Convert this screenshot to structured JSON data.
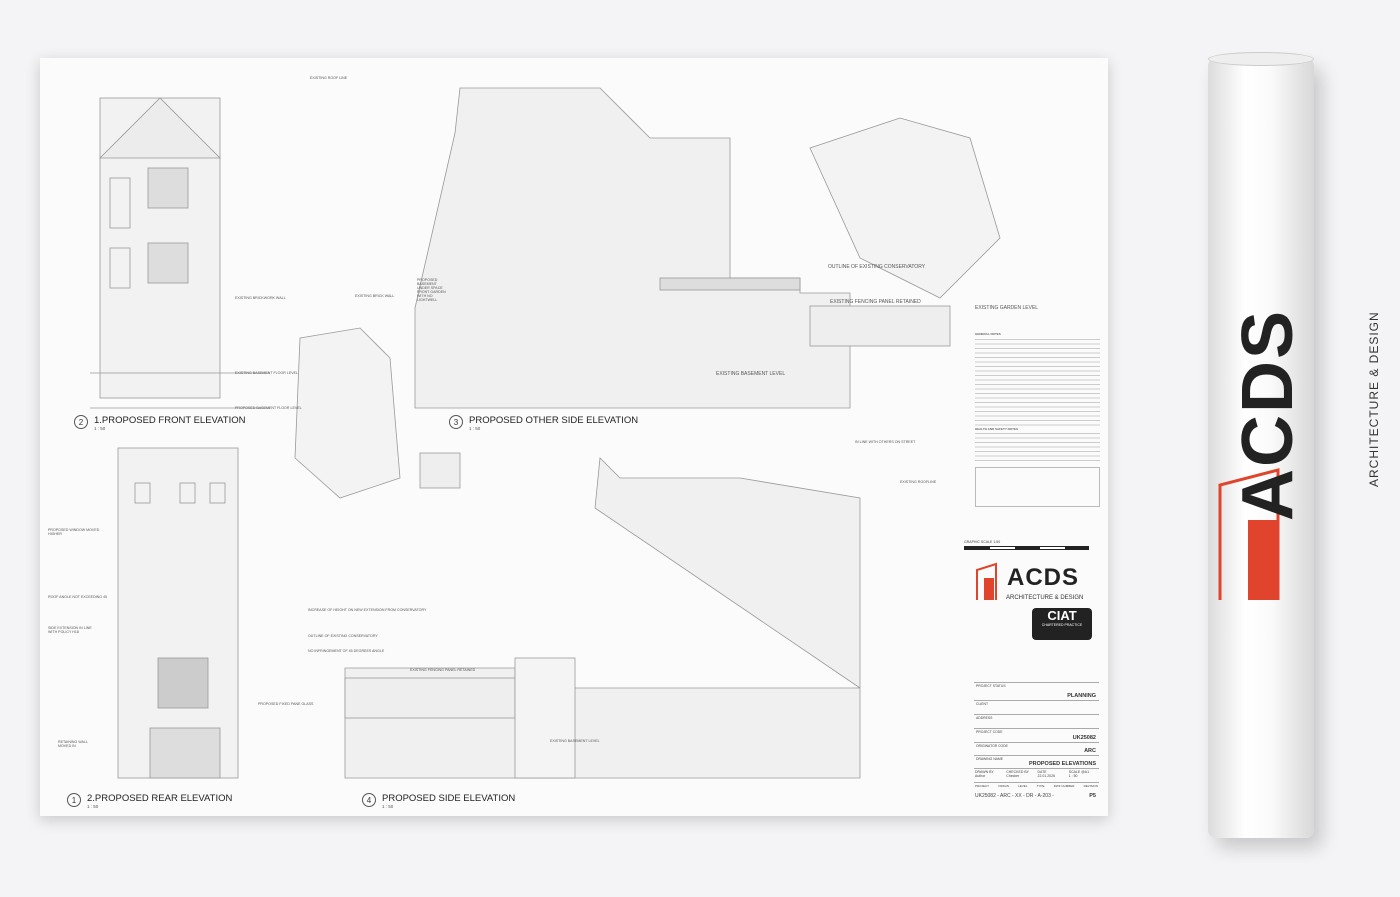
{
  "sheet": {
    "views": [
      {
        "number": "2",
        "title": "1.PROPOSED FRONT ELEVATION",
        "scale": "1 : 50"
      },
      {
        "number": "3",
        "title": "PROPOSED OTHER SIDE ELEVATION",
        "scale": "1 : 50"
      },
      {
        "number": "1",
        "title": "2.PROPOSED REAR ELEVATION",
        "scale": "1 : 50"
      },
      {
        "number": "4",
        "title": "PROPOSED SIDE ELEVATION",
        "scale": "1 : 50"
      }
    ],
    "annotations": {
      "existing_roof_line": "EXISTING ROOF LINE",
      "existing_brickwork_wall": "EXISTING BRICKWORK WALL",
      "existing_brick_wall": "EXISTING BRICK WALL",
      "existing_basement_floor": "EXISTING BASEMENT FLOOR LEVEL",
      "proposed_basement_floor": "PROPOSED BASEMENT FLOOR LEVEL",
      "proposed_basement": "PROPOSED BASEMENT UNDER SPACE FRONT GARDEN WITH NO LIGHTWELL",
      "outline_conservatory": "OUTLINE OF EXISTING CONSERVATORY",
      "fencing_retained": "EXISTING FENCING PANEL RETAINED",
      "garden_level": "EXISTING GARDEN LEVEL",
      "basement_level": "EXISTING BASEMENT LEVEL",
      "existing_roofline": "EXISTING ROOFLINE",
      "inline_others": "IN LINE WITH OTHERS ON STREET",
      "window_moved": "PROPOSED WINDOW MOVED HIGHER",
      "roof_angle": "ROOF ANGLE NOT EXCEEDING 45",
      "side_extension": "SIDE EXTENSION IN LINE WITH POLICY H18",
      "retaining_wall": "RETAINING WALL MOVED IN",
      "height_increase": "INCREASE OF HEIGHT ON NEW EXTENSION FROM CONSERVATORY",
      "no_infringement": "NO INFRINGEMENT OF 45 DEGREES ANGLE",
      "fixed_pane": "PROPOSED FIXED PANE GLASS"
    },
    "notes_heading": "GENERAL NOTES",
    "health_heading": "HEALTH AND SAFETY NOTES",
    "graphic_scale": "GRAPHIC SCALE 1:50"
  },
  "title_block": {
    "brand": "ACDS",
    "tagline": "ARCHITECTURE & DESIGN",
    "badge": "CIAT",
    "badge_sub": "CHARTERED PRACTICE",
    "project_status_label": "PROJECT STATUS",
    "project_status": "PLANNING",
    "client_label": "CLIENT",
    "address_label": "ADDRESS",
    "project_code_label": "PROJECT CODE",
    "project_code": "UK25082",
    "originator_label": "ORIGINATOR CODE",
    "originator": "ARC",
    "drawing_name_label": "DRAWING NAME",
    "drawing_name": "PROPOSED ELEVATIONS",
    "drawn_by_label": "DRAWN BY",
    "drawn_by": "Author",
    "checked_by_label": "CHECKED BY",
    "checked_by": "Checker",
    "date_label": "DATE",
    "date": "22.01.2026",
    "scale_label": "SCALE @A1",
    "scale": "1 : 50",
    "ref_labels": [
      "PROJECT",
      "ORIGIN",
      "LEVEL",
      "TYPE",
      "DWF NUMBER",
      "REVISION"
    ],
    "ref": "UK25082 - ARC - XX - DR - A-203 -",
    "revision": "P5"
  },
  "roll": {
    "brand": "ACDS",
    "tagline": "ARCHITECTURE & DESIGN",
    "accent": "#e0442c"
  }
}
